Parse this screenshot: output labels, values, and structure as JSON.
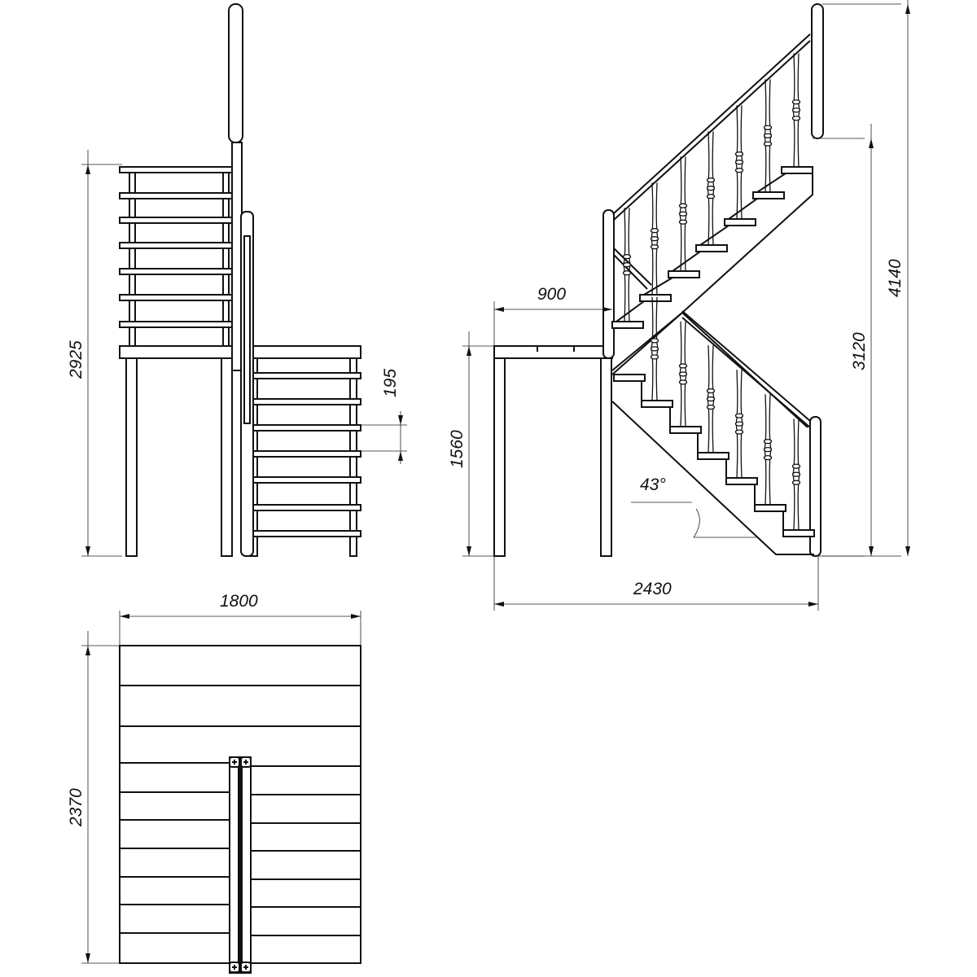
{
  "drawing": {
    "front_view": {
      "height_label": "2925",
      "riser_label": "195"
    },
    "side_view": {
      "landing_label": "900",
      "landing_height_label": "1560",
      "floor_height_label": "3120",
      "total_height_label": "4140",
      "length_label": "2430",
      "angle_label": "43°"
    },
    "plan_view": {
      "width_label": "1800",
      "depth_label": "2370"
    }
  }
}
